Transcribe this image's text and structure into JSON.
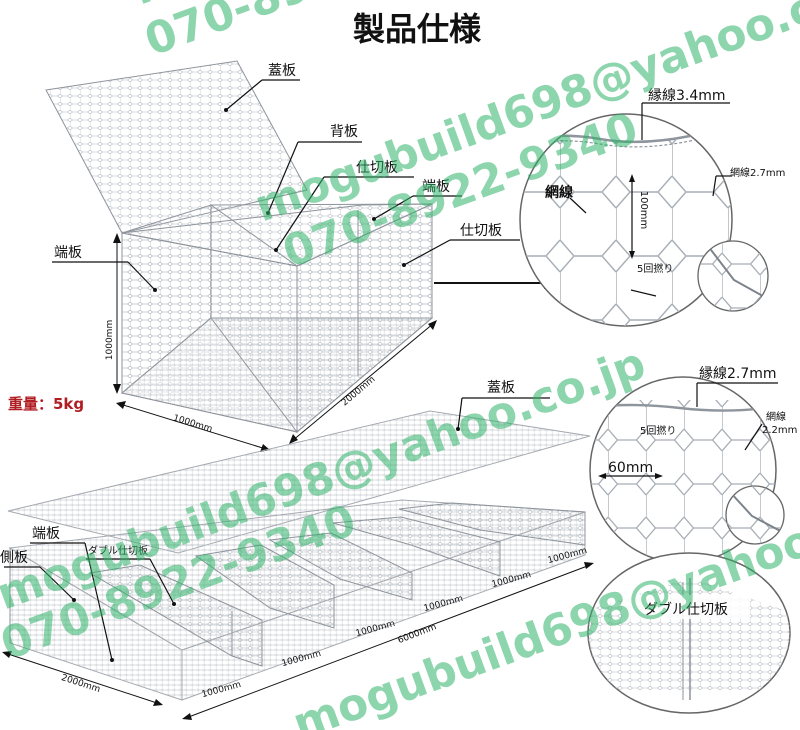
{
  "title": "製品仕様",
  "weight": {
    "text": "重量：5kg",
    "color": "#b01e23"
  },
  "box_labels": {
    "lid": "蓋板",
    "back": "背板",
    "partition_inner": "仕切板",
    "end_right": "端板",
    "partition_right": "仕切板",
    "end_left": "端板"
  },
  "box_dims": {
    "height": "1000mm",
    "width": "1000mm",
    "length": "2000mm"
  },
  "detail1": {
    "selvedge": "縁線3.4mm",
    "mesh_wire": "網線",
    "mesh_wire_dia": "網線2.7mm",
    "mesh_size": "100mm",
    "twist": "5回撚り"
  },
  "detail2": {
    "selvedge": "縁線2.7mm",
    "mesh_wire": "網線",
    "mesh_wire_dia": "2.2mm",
    "twist": "5回撚り",
    "mesh_size": "60mm"
  },
  "mattress_labels": {
    "lid": "蓋板",
    "end": "端板",
    "side": "側板",
    "double_partition": "ダブル仕切板"
  },
  "mattress_dims": {
    "width": "2000mm",
    "segments": [
      "1000mm",
      "1000mm",
      "1000mm",
      "1000mm",
      "1000mm",
      "1000mm"
    ],
    "total": "6000mm"
  },
  "detail3_label": "ダブル仕切板",
  "watermarks": [
    "mogubuild698@yahoo.co.jp",
    "070-8922-9340"
  ],
  "colors": {
    "accent_wire": "#9aa0a8",
    "watermark": "#2fb36a"
  }
}
